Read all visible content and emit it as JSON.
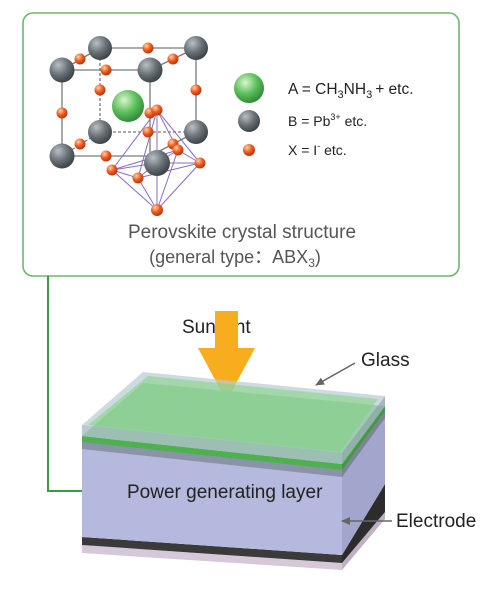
{
  "legend": {
    "a_prefix": "A = CH",
    "a_sub1": "3",
    "a_mid": "NH",
    "a_sub2": "3",
    "a_suffix": "+  etc.",
    "b_prefix": "B = Pb",
    "b_sup": "3+",
    "b_suffix": "  etc.",
    "x_prefix": "X = I",
    "x_sup": "-",
    "x_suffix": "  etc."
  },
  "structure": {
    "title": "Perovskite crystal structure",
    "subtitle_open": "(general type：ABX",
    "subtitle_sub": "3",
    "subtitle_close": ")"
  },
  "cell": {
    "sunlight_label": "Sunlight",
    "glass_label": "Glass",
    "power_layer_label": "Power generating layer",
    "electrode_label": "Electrode"
  },
  "colors": {
    "box_border": "#6cb86a",
    "connector_line": "#3a9a45",
    "arrow": "#f7ad1d",
    "site_a": "#5cbf5a",
    "site_b": "#6b7378",
    "site_x": "#f05a1e",
    "bond_line": "#8a6cc6",
    "glass_top": "#b8ccd4",
    "green_layer": "#6dc86a",
    "substrate": "#b5b9dd",
    "electrode": "#2c2c2c",
    "base": "#d5c8d8"
  }
}
